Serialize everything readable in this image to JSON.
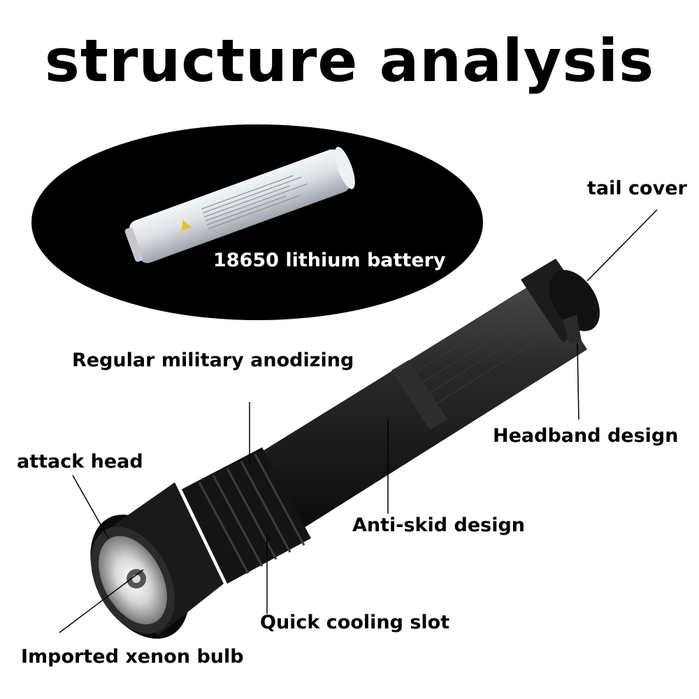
{
  "title": "structure analysis",
  "callouts": {
    "battery": "18650 lithium battery",
    "tail_cover": "tail cover",
    "anodizing": "Regular military anodizing",
    "headband": "Headband design",
    "attack_head": "attack head",
    "anti_skid": "Anti-skid design",
    "cooling_slot": "Quick cooling slot",
    "bulb": "Imported xenon bulb"
  },
  "colors": {
    "background": "#ffffff",
    "text": "#000000",
    "oval": "#000000",
    "battery": "#d9dde2",
    "flashlight_body": "#1a1a1a"
  }
}
